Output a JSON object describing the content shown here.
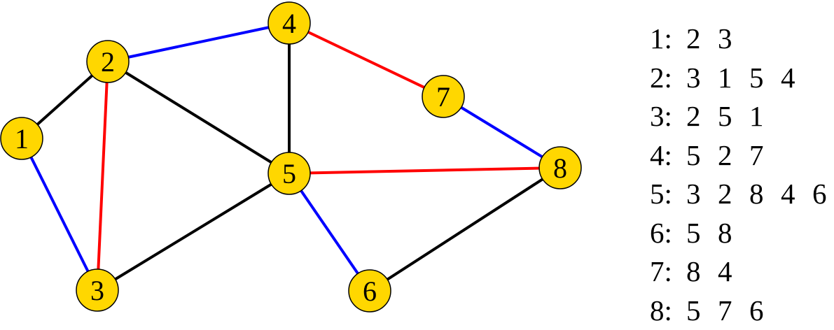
{
  "colors": {
    "node_fill": "#FFD700",
    "node_stroke": "#000000",
    "black_edge": "#000000",
    "red_edge": "#FF0000",
    "blue_edge": "#0000FF"
  },
  "nodes": [
    {
      "id": "1",
      "label": "1"
    },
    {
      "id": "2",
      "label": "2"
    },
    {
      "id": "3",
      "label": "3"
    },
    {
      "id": "4",
      "label": "4"
    },
    {
      "id": "5",
      "label": "5"
    },
    {
      "id": "6",
      "label": "6"
    },
    {
      "id": "7",
      "label": "7"
    },
    {
      "id": "8",
      "label": "8"
    }
  ],
  "edges": [
    {
      "from": "1",
      "to": "2",
      "color": "black"
    },
    {
      "from": "1",
      "to": "3",
      "color": "blue"
    },
    {
      "from": "2",
      "to": "3",
      "color": "red"
    },
    {
      "from": "2",
      "to": "4",
      "color": "blue"
    },
    {
      "from": "2",
      "to": "5",
      "color": "black"
    },
    {
      "from": "3",
      "to": "5",
      "color": "black"
    },
    {
      "from": "4",
      "to": "5",
      "color": "black"
    },
    {
      "from": "4",
      "to": "7",
      "color": "red"
    },
    {
      "from": "5",
      "to": "8",
      "color": "red"
    },
    {
      "from": "5",
      "to": "6",
      "color": "blue"
    },
    {
      "from": "7",
      "to": "8",
      "color": "blue"
    },
    {
      "from": "6",
      "to": "8",
      "color": "black"
    }
  ],
  "adjacency_list": [
    {
      "key": "1:",
      "neighbors": [
        "2",
        "3"
      ]
    },
    {
      "key": "2:",
      "neighbors": [
        "3",
        "1",
        "5",
        "4"
      ]
    },
    {
      "key": "3:",
      "neighbors": [
        "2",
        "5",
        "1"
      ]
    },
    {
      "key": "4:",
      "neighbors": [
        "5",
        "2",
        "7"
      ]
    },
    {
      "key": "5:",
      "neighbors": [
        "3",
        "2",
        "8",
        "4",
        "6"
      ]
    },
    {
      "key": "6:",
      "neighbors": [
        "5",
        "8"
      ]
    },
    {
      "key": "7:",
      "neighbors": [
        "8",
        "4"
      ]
    },
    {
      "key": "8:",
      "neighbors": [
        "5",
        "7",
        "6"
      ]
    }
  ]
}
